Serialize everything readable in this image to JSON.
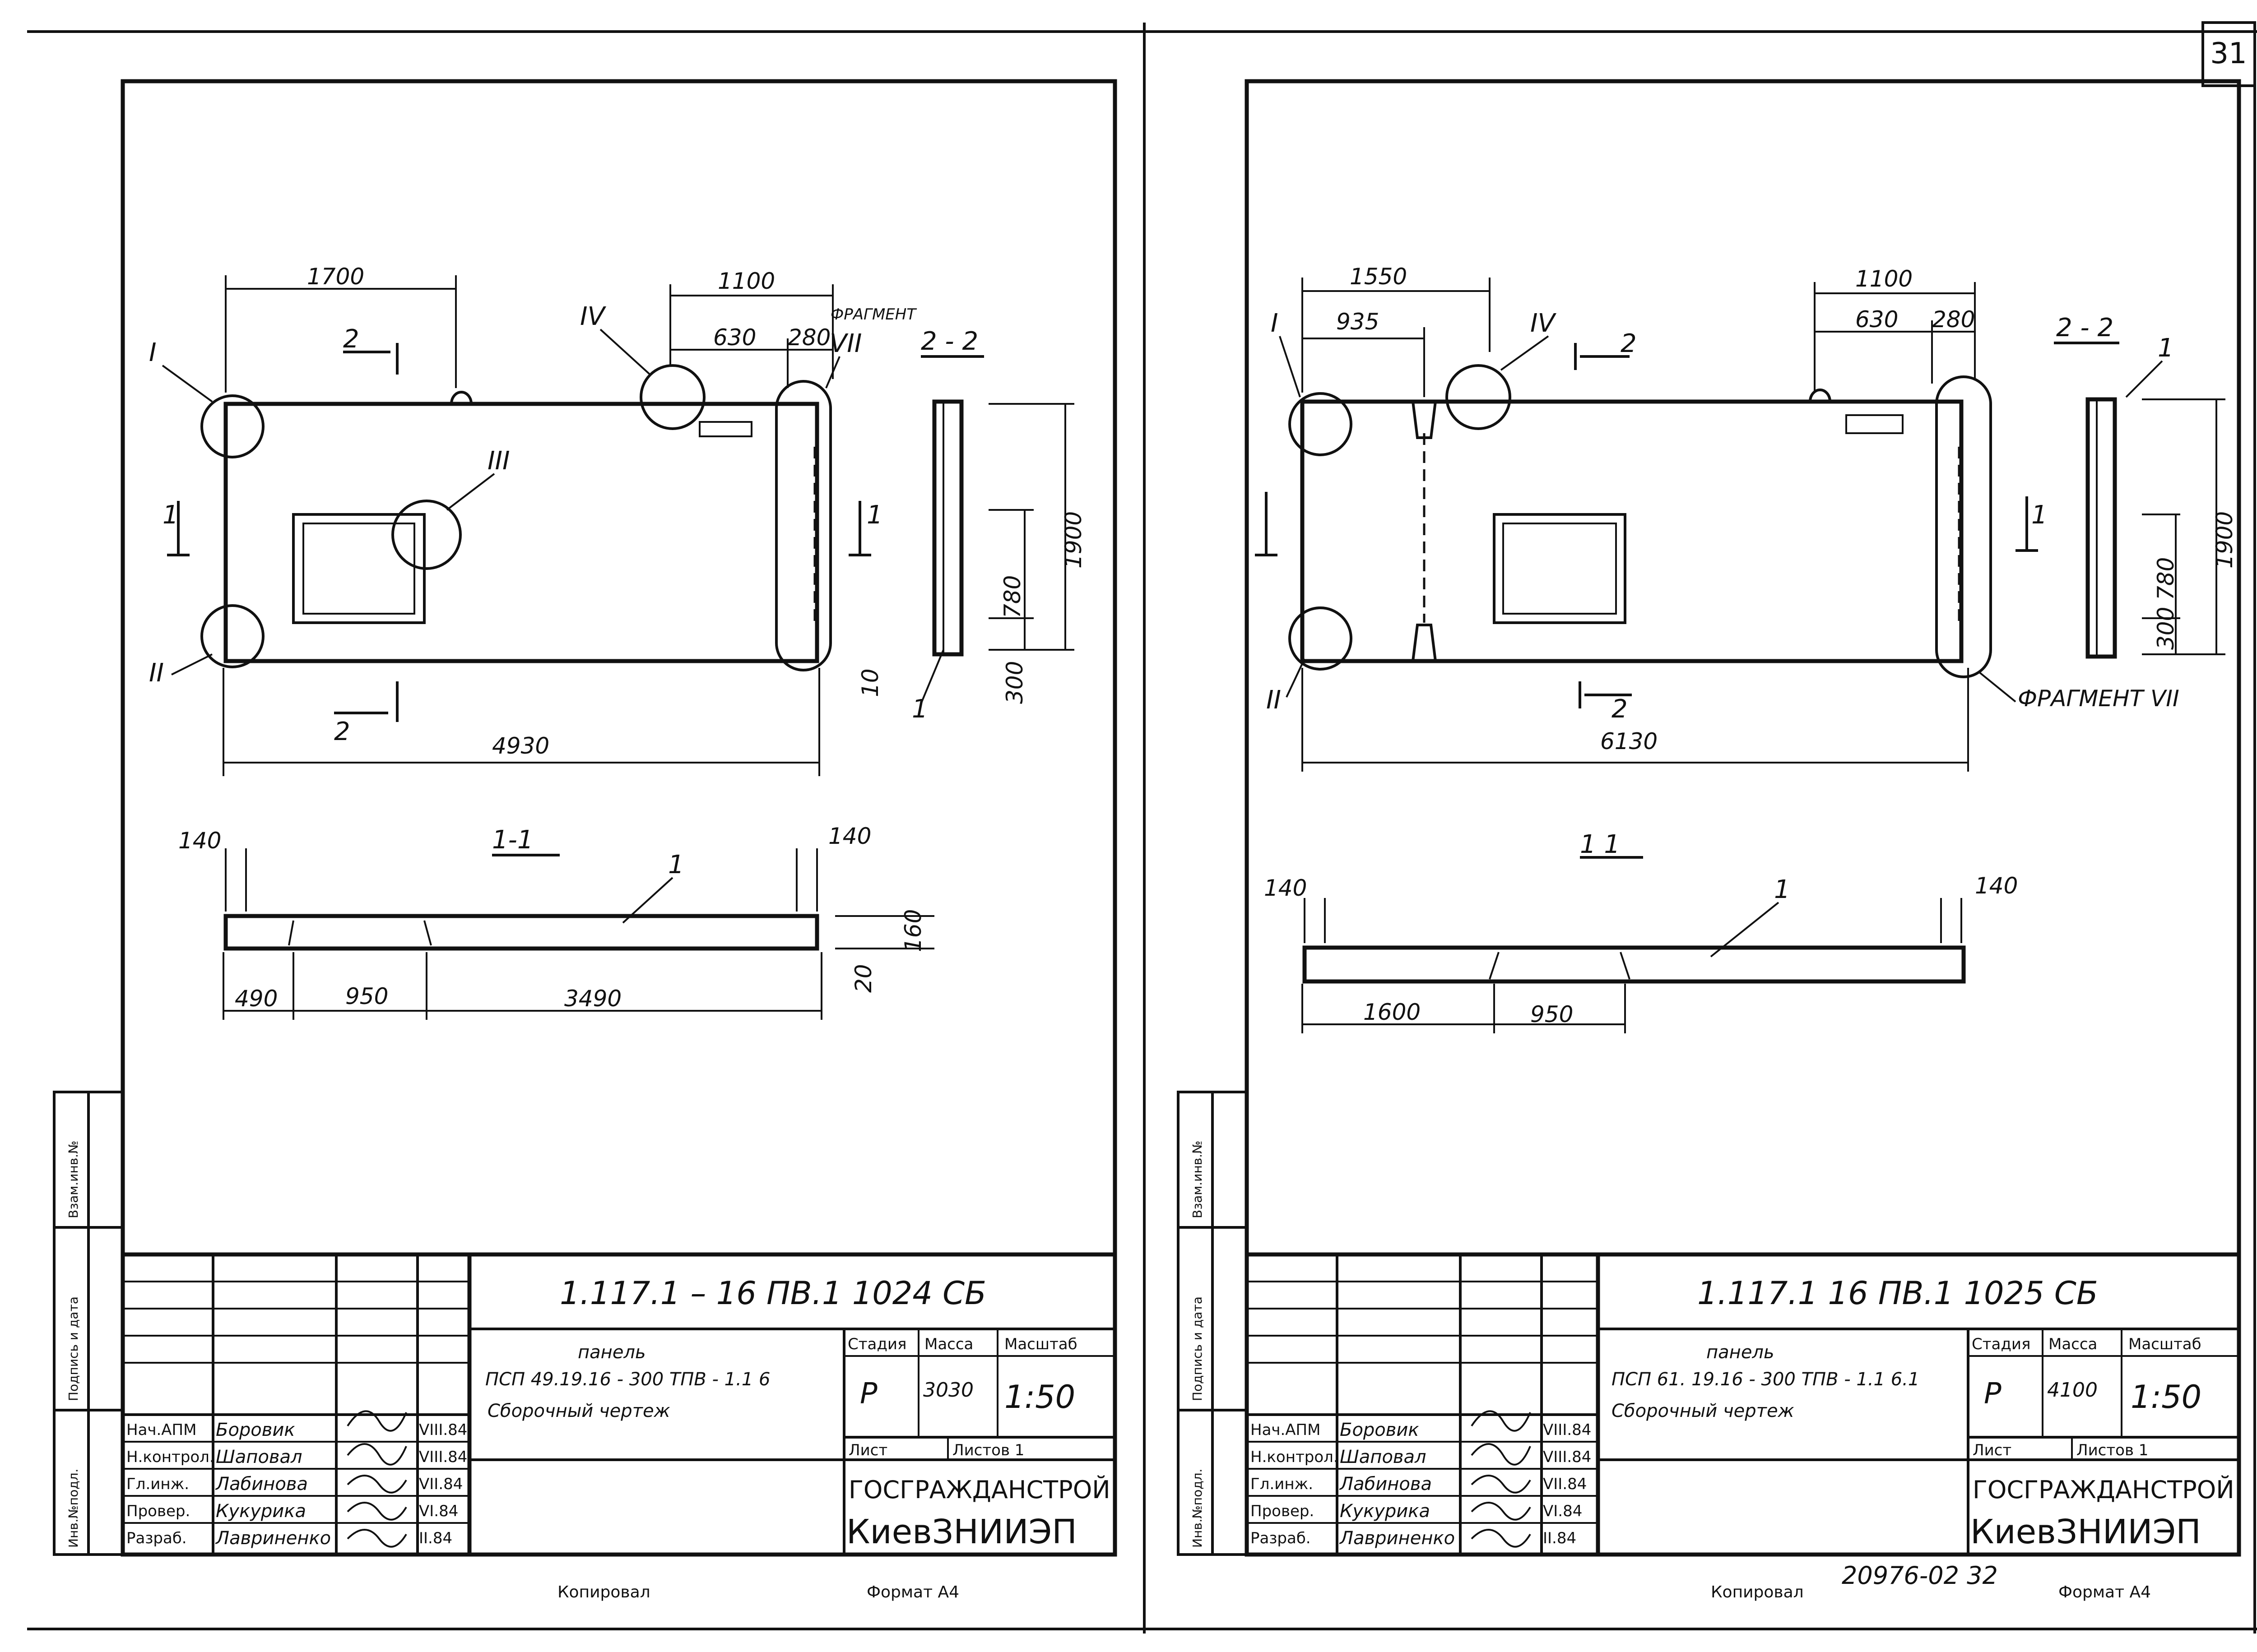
{
  "page": {
    "sheet_number": "31"
  },
  "left": {
    "code": "1.117.1 – 16 ПВ.1 1024 СБ",
    "title": "панель",
    "mark": "ПСП 49.19.16 - 300 ТПВ - 1.1  6",
    "subtitle": "Сборочный чертеж",
    "stage_header": "Стадия",
    "mass_header": "Масса",
    "scale_header": "Масштаб",
    "stage": "Р",
    "mass": "3030",
    "scale": "1:50",
    "sheet_label": "Лист",
    "sheets_label": "Листов 1",
    "org1": "ГОСГРАЖДАНСТРОЙ",
    "org2": "КиевЗНИИЭП",
    "signatures": [
      {
        "role": "Нач.АПМ",
        "name": "Боровик",
        "date": "VIII.84"
      },
      {
        "role": "Н.контрол.",
        "name": "Шаповал",
        "date": "VIII.84"
      },
      {
        "role": "Гл.инж.",
        "name": "Лабинова",
        "date": "VII.84"
      },
      {
        "role": "Провер.",
        "name": "Кукурика",
        "date": "VI.84"
      },
      {
        "role": "Разраб.",
        "name": "Лавриненко",
        "date": "II.84"
      }
    ],
    "copied": "Копировал",
    "format": "Формат А4",
    "dims": {
      "d1700": "1700",
      "d1100": "1100",
      "d630": "630",
      "d280": "280",
      "d1900": "1900",
      "d780": "780",
      "d300": "300",
      "d10": "10",
      "d4930": "4930",
      "d140a": "140",
      "d140b": "140",
      "d160": "160",
      "d20": "20",
      "d490": "490",
      "d950": "950",
      "d3490": "3490"
    },
    "labels": {
      "I": "I",
      "II": "II",
      "III": "III",
      "IV": "IV",
      "VII": "VII",
      "fragment": "ФРАГМЕНТ",
      "sec22": "2 - 2",
      "sec11": "1-1",
      "cut2": "2",
      "cut1": "1",
      "pos1": "1"
    }
  },
  "right": {
    "code": "1.117.1  16 ПВ.1  1025 СБ",
    "title": "панель",
    "mark": "ПСП 61. 19.16 - 300 ТПВ - 1.1  6.1",
    "subtitle": "Сборочный чертеж",
    "stage_header": "Стадия",
    "mass_header": "Масса",
    "scale_header": "Масштаб",
    "stage": "Р",
    "mass": "4100",
    "scale": "1:50",
    "sheet_label": "Лист",
    "sheets_label": "Листов 1",
    "org1": "ГОСГРАЖДАНСТРОЙ",
    "org2": "КиевЗНИИЭП",
    "signatures": [
      {
        "role": "Нач.АПМ",
        "name": "Боровик",
        "date": "VIII.84"
      },
      {
        "role": "Н.контрол.",
        "name": "Шаповал",
        "date": "VIII.84"
      },
      {
        "role": "Гл.инж.",
        "name": "Лабинова",
        "date": "VII.84"
      },
      {
        "role": "Провер.",
        "name": "Кукурика",
        "date": "VI.84"
      },
      {
        "role": "Разраб.",
        "name": "Лавриненко",
        "date": "II.84"
      }
    ],
    "copied": "Копировал",
    "format": "Формат А4",
    "stamp": "20976-02  32",
    "dims": {
      "d1550": "1550",
      "d935": "935",
      "d1100": "1100",
      "d630": "630",
      "d280": "280",
      "d1900": "1900",
      "d780": "780",
      "d300": "300",
      "d6130": "6130",
      "d140a": "140",
      "d140b": "140",
      "d1600": "1600",
      "d950": "950"
    },
    "labels": {
      "I": "I",
      "II": "II",
      "IV": "IV",
      "sec22": "2 - 2",
      "sec11": "1  1",
      "fragment": "ФРАГМЕНТ VII",
      "cut2": "2",
      "cut1": "1",
      "pos1": "1"
    }
  },
  "side_stamps": [
    "Взам.инв.№",
    "Подпись и дата",
    "Инв.№подл."
  ]
}
